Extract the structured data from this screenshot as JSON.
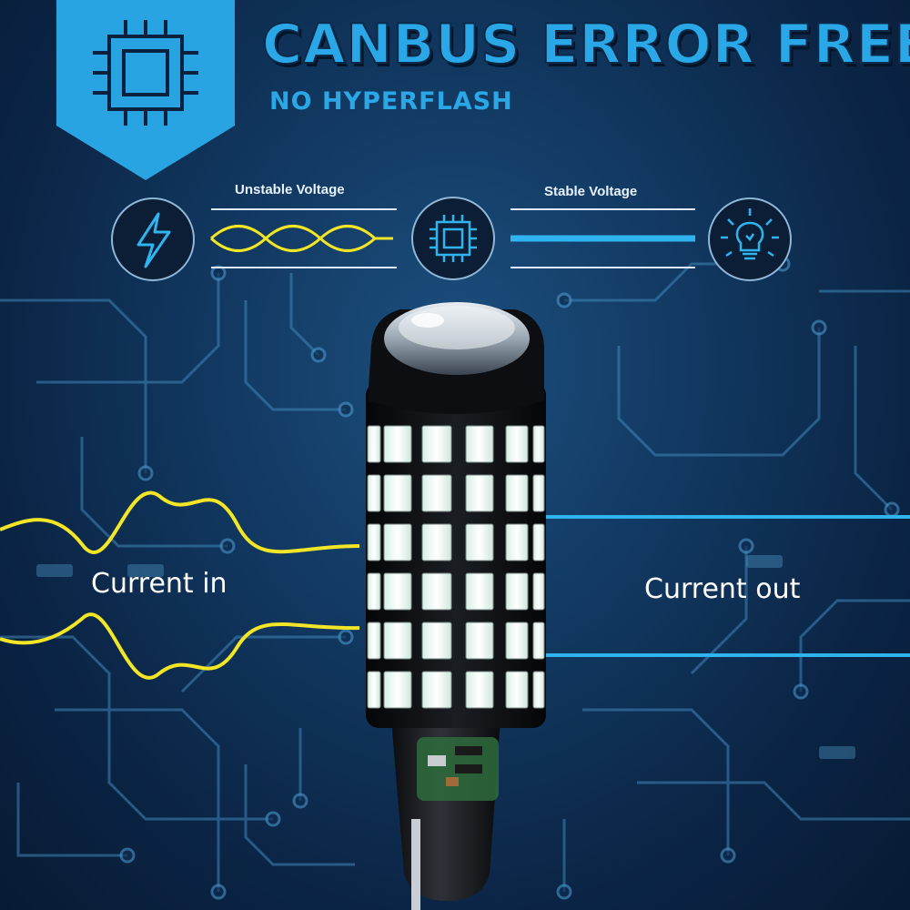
{
  "header": {
    "title": "CANBUS ERROR FREE",
    "subtitle": "NO HYPERFLASH"
  },
  "diagram": {
    "unstable_label": "Unstable Voltage",
    "stable_label": "Stable Voltage",
    "icons": [
      "lightning-icon",
      "chip-icon",
      "lightbulb-icon"
    ]
  },
  "product": {
    "current_in_label": "Current in",
    "current_out_label": "Current out"
  },
  "colors": {
    "accent": "#2aa7e6",
    "wave": "#f2e626",
    "stable_line": "#2fb4f0",
    "background": "#123a63"
  }
}
